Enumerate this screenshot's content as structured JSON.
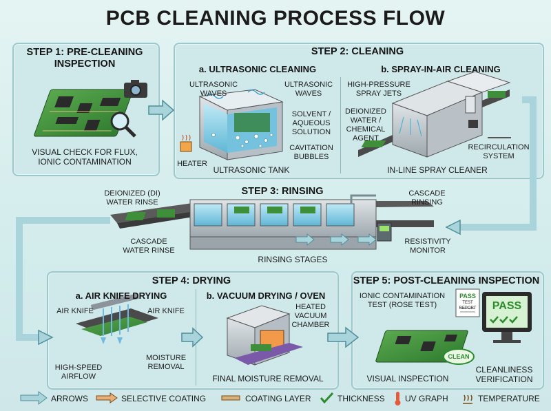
{
  "title": "PCB CLEANING PROCESS FLOW",
  "step1": {
    "heading": "STEP 1: PRE-CLEANING INSPECTION",
    "caption_line1": "VISUAL CHECK FOR FLUX,",
    "caption_line2": "IONIC CONTAMINATION"
  },
  "step2": {
    "heading": "STEP 2: CLEANING",
    "a_title": "a. ULTRASONIC CLEANING",
    "b_title": "b. SPRAY-IN-AIR CLEANING",
    "label_waves_left_1": "ULTRASONIC",
    "label_waves_left_2": "WAVES",
    "label_waves_right_1": "ULTRASONIC",
    "label_waves_right_2": "WAVES",
    "label_solvent_1": "SOLVENT /",
    "label_solvent_2": "AQUEOUS",
    "label_solvent_3": "SOLUTION",
    "label_cavitation_1": "CAVITATION",
    "label_cavitation_2": "BUBBLES",
    "label_heater": "HEATER",
    "label_tank": "ULTRASONIC TANK",
    "label_jets_1": "HIGH-PRESSURE",
    "label_jets_2": "SPRAY JETS",
    "label_di_1": "DEIONIZED",
    "label_di_2": "WATER /",
    "label_di_3": "CHEMICAL",
    "label_di_4": "AGENT",
    "label_recirc_1": "RECIRCULATION",
    "label_recirc_2": "SYSTEM",
    "label_inline": "IN-LINE SPRAY CLEANER"
  },
  "step3": {
    "heading": "STEP 3: RINSING",
    "label_di_rinse_1": "DEIONIZED (DI)",
    "label_di_rinse_2": "WATER RINSE",
    "label_cascade_top_1": "CASCADE",
    "label_cascade_top_2": "RINSING",
    "label_cascade_bottom_1": "CASCADE",
    "label_cascade_bottom_2": "WATER RINSE",
    "label_resist_1": "RESISTIVITY",
    "label_resist_2": "MONITOR",
    "label_stages": "RINSING STAGES"
  },
  "step4": {
    "heading": "STEP 4: DRYING",
    "a_title": "a. AIR KNIFE DRYING",
    "b_title": "b. VACUUM DRYING / OVEN",
    "label_airknife_left": "AIR KNIFE",
    "label_airknife_right": "AIR KNIFE",
    "label_airflow_1": "HIGH-SPEED",
    "label_airflow_2": "AIRFLOW",
    "label_moisture_1": "MOISTURE",
    "label_moisture_2": "REMOVAL",
    "label_chamber_1": "HEATED",
    "label_chamber_2": "VACUUM",
    "label_chamber_3": "CHAMBER",
    "label_final": "FINAL MOISTURE REMOVAL"
  },
  "step5": {
    "heading": "STEP 5: POST-CLEANING INSPECTION",
    "label_rose_1": "IONIC CONTAMINATION",
    "label_rose_2": "TEST (ROSE TEST)",
    "label_visual": "VISUAL INSPECTION",
    "label_clean_1": "CLEANLINESS",
    "label_clean_2": "VERIFICATION",
    "stamp_clean": "CLEAN",
    "report_pass": "PASS",
    "report_title": "TEST REPORT",
    "monitor_pass": "PASS"
  },
  "legend": {
    "arrows": "ARROWS",
    "selective": "SELECTIVE COATING",
    "coating": "COATING LAYER",
    "thickness": "THICKNESS",
    "uv": "UV GRAPH",
    "temperature": "TEMPERATURE"
  },
  "colors": {
    "panel": "#cfe8ea",
    "panel_border": "#9cc8cc",
    "arrow": "#a9d4dc",
    "arrow_stroke": "#4f8e9a",
    "pcb": "#3f8f3a",
    "water": "#8fd3ea",
    "steel": "#b9c1c6"
  },
  "icons": [
    "camera-icon",
    "magnifier-icon",
    "heater-icon",
    "arrow-icon",
    "selective-coating-icon",
    "coating-layer-icon",
    "checkmark-icon",
    "thermometer-icon",
    "temperature-icon"
  ]
}
